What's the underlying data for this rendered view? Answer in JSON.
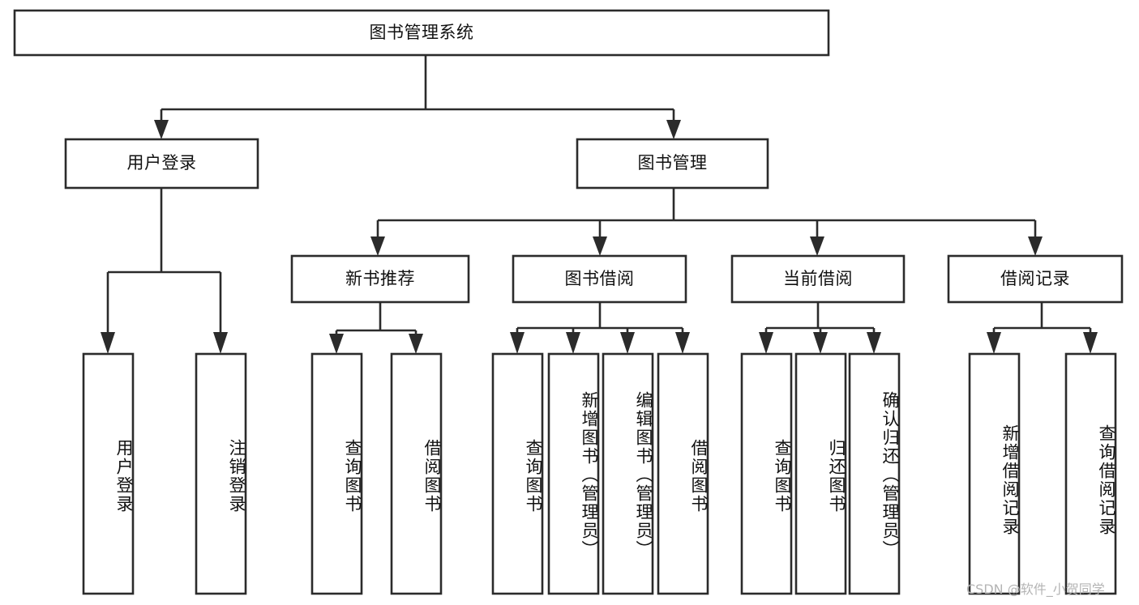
{
  "diagram": {
    "title": "图书管理系统",
    "type": "tree",
    "watermark": "CSDN @软件_小贺同学",
    "colors": {
      "box_stroke": "#2b2b2b",
      "box_fill": "#ffffff",
      "text": "#111111",
      "background": "#ffffff",
      "watermark": "#b4b4b4"
    },
    "nodes": {
      "root": {
        "label": "图书管理系统",
        "level": 1
      },
      "user_login": {
        "label": "用户登录",
        "level": 2
      },
      "book_manage": {
        "label": "图书管理",
        "level": 2
      },
      "new_book_rec": {
        "label": "新书推荐",
        "level": 3
      },
      "book_borrow": {
        "label": "图书借阅",
        "level": 3
      },
      "current_borrow": {
        "label": "当前借阅",
        "level": 3
      },
      "borrow_record": {
        "label": "借阅记录",
        "level": 3
      },
      "leaf_user_login": {
        "label": "用户登录",
        "level": 4
      },
      "leaf_logout": {
        "label": "注销登录",
        "level": 4
      },
      "leaf_query_book_1": {
        "label": "查询图书",
        "level": 4
      },
      "leaf_borrow_book_1": {
        "label": "借阅图书",
        "level": 4
      },
      "leaf_query_book_2": {
        "label": "查询图书",
        "level": 4
      },
      "leaf_add_book": {
        "label": "新增图书（管理员）",
        "level": 4
      },
      "leaf_edit_book": {
        "label": "编辑图书（管理员）",
        "level": 4
      },
      "leaf_borrow_book_2": {
        "label": "借阅图书",
        "level": 4
      },
      "leaf_query_book_3": {
        "label": "查询图书",
        "level": 4
      },
      "leaf_return_book": {
        "label": "归还图书",
        "level": 4
      },
      "leaf_confirm_return": {
        "label": "确认归还（管理员）",
        "level": 4
      },
      "leaf_add_record": {
        "label": "新增借阅记录",
        "level": 4
      },
      "leaf_query_record": {
        "label": "查询借阅记录",
        "level": 4
      }
    },
    "edges": [
      {
        "from": "root",
        "to": "user_login"
      },
      {
        "from": "root",
        "to": "book_manage"
      },
      {
        "from": "book_manage",
        "to": "new_book_rec"
      },
      {
        "from": "book_manage",
        "to": "book_borrow"
      },
      {
        "from": "book_manage",
        "to": "current_borrow"
      },
      {
        "from": "book_manage",
        "to": "borrow_record"
      },
      {
        "from": "user_login",
        "to": "leaf_user_login"
      },
      {
        "from": "user_login",
        "to": "leaf_logout"
      },
      {
        "from": "new_book_rec",
        "to": "leaf_query_book_1"
      },
      {
        "from": "new_book_rec",
        "to": "leaf_borrow_book_1"
      },
      {
        "from": "book_borrow",
        "to": "leaf_query_book_2"
      },
      {
        "from": "book_borrow",
        "to": "leaf_add_book"
      },
      {
        "from": "book_borrow",
        "to": "leaf_edit_book"
      },
      {
        "from": "book_borrow",
        "to": "leaf_borrow_book_2"
      },
      {
        "from": "current_borrow",
        "to": "leaf_query_book_3"
      },
      {
        "from": "current_borrow",
        "to": "leaf_return_book"
      },
      {
        "from": "current_borrow",
        "to": "leaf_confirm_return"
      },
      {
        "from": "borrow_record",
        "to": "leaf_add_record"
      },
      {
        "from": "borrow_record",
        "to": "leaf_query_record"
      }
    ]
  }
}
